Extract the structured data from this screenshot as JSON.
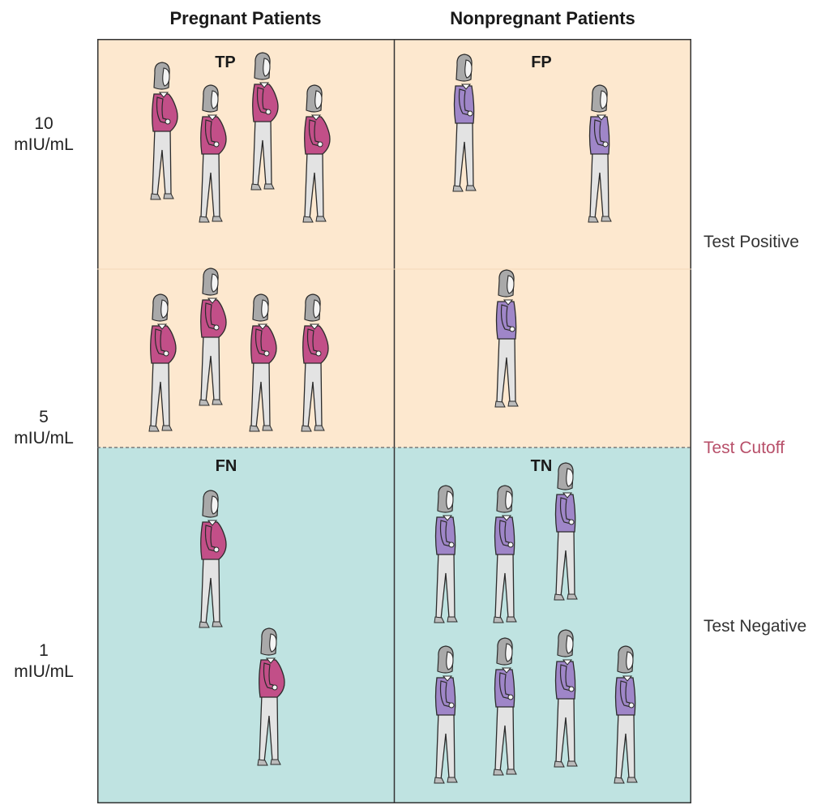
{
  "columns": {
    "pregnant": "Pregnant Patients",
    "nonpregnant": "Nonpregnant Patients"
  },
  "levels": {
    "high": [
      "10",
      "mIU/mL"
    ],
    "mid": [
      "5",
      "mIU/mL"
    ],
    "low": [
      "1",
      "mIU/mL"
    ]
  },
  "results": {
    "positive": "Test Positive",
    "cutoff": "Test Cutoff",
    "negative": "Test Negative"
  },
  "quadrants": {
    "tp": "TP",
    "fp": "FP",
    "fn": "FN",
    "tn": "TN"
  },
  "colors": {
    "positive_zone": "#fde8cf",
    "negative_zone": "#bfe3e1",
    "pregnant_shirt": "#c24f88",
    "nonpregnant_shirt": "#9f86c8",
    "pants": "#e3e3e3",
    "hair": "#a9a9a9",
    "cutoff_text": "#b8506a"
  },
  "figures": {
    "tp": {
      "group": "pregnant",
      "count": 8
    },
    "fp": {
      "group": "nonpregnant",
      "count": 3
    },
    "fn": {
      "group": "pregnant",
      "count": 2
    },
    "tn": {
      "group": "nonpregnant",
      "count": 7
    }
  }
}
